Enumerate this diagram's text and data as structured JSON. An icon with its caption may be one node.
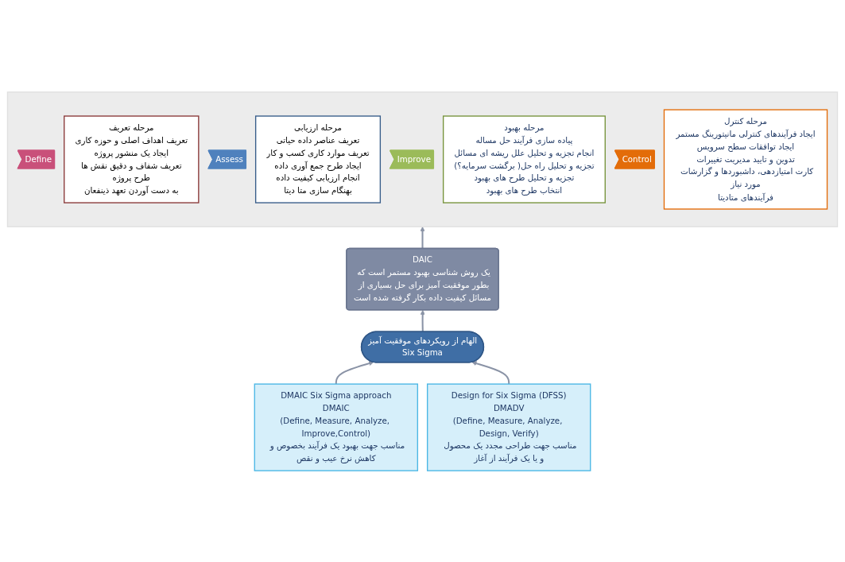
{
  "diagram": {
    "nodes": [
      {
        "text": [],
        "shape": "box"
      },
      {
        "text": [
          "Define"
        ],
        "in": 0
      },
      {
        "text": [
          "مرحله تعریف",
          "تعریف اهداف اصلی و حوزه کاری",
          "ایجاد یک منشور پروژه",
          "تعریف شفاف و دقیق نقش ها",
          "طرح پروژه",
          "به دست آوردن تعهد ذینفعان"
        ],
        "in": 0
      },
      {
        "text": [
          "Assess"
        ],
        "in": 0
      },
      {
        "text": [
          "مرحله ارزیابی",
          "تعریف عناصر داده حیاتی",
          "تعریف موارد کاری کسب و کار",
          "ایجاد طرح جمع آوری داده",
          "انجام ارزیابی کیفیت داده",
          "بهنگام سازی متا دیتا"
        ],
        "in": 0
      },
      {
        "text": [
          "Improve"
        ],
        "in": 0
      },
      {
        "text": [
          "مرحله بهبود",
          "پیاده سازی فرآیند حل مساله",
          "انجام تجزیه و تحلیل علل ریشه ای مسائل",
          "تجزیه و تحلیل راه حل( برگشت سرمایه؟)",
          "تجزیه و تحلیل طرح های بهبود",
          "انتخاب طرح های بهبود"
        ],
        "in": 0
      },
      {
        "text": [
          "Control"
        ],
        "in": 0
      },
      {
        "text": [
          "مرحله کنترل",
          "ایجاد فرآیندهای کنترلی مانیتورینگ مستمر",
          "ایجاد توافقات سطح سرویس",
          "تدوین و تایید مدیریت تغییرات",
          "کارت امتیازدهی، داشبوردها و گزارشات مورد نیاز",
          "فرآیندهای متادیتا"
        ],
        "in": 0
      },
      {
        "text": [
          "DAIC",
          "یک روش شناسی بهبود مستمر است که بطور موفقیت آمیز برای حل بسیاری از مسائل کیفیت داده بکار گرفته شده است"
        ]
      },
      {
        "text": [
          "الهام از رویکردهای موفقیت آمیز",
          "Six Sigma"
        ]
      },
      {
        "text": [
          "DMAIC Six Sigma approach",
          "DMAIC",
          "(Define, Measure, Analyze, Improve,Control)",
          "مناسب جهت بهبود یک فرآیند بخصوص و کاهش نرخ عیب و نقص"
        ]
      },
      {
        "text": [
          "Design for Six Sigma (DFSS)",
          "DMADV",
          "(Define, Measure, Analyze, Design, Verify)",
          "مناسب جهت طراحی مجدد یک محصول و یا یک فرآیند از آغاز"
        ]
      }
    ],
    "edges": [
      {
        "from": 11,
        "to": 10,
        "arrow": "to"
      },
      {
        "from": 12,
        "to": 10,
        "arrow": "to"
      },
      {
        "from": 10,
        "to": 9,
        "arrow": "to"
      },
      {
        "from": 9,
        "to": 0,
        "arrow": "to"
      }
    ]
  }
}
